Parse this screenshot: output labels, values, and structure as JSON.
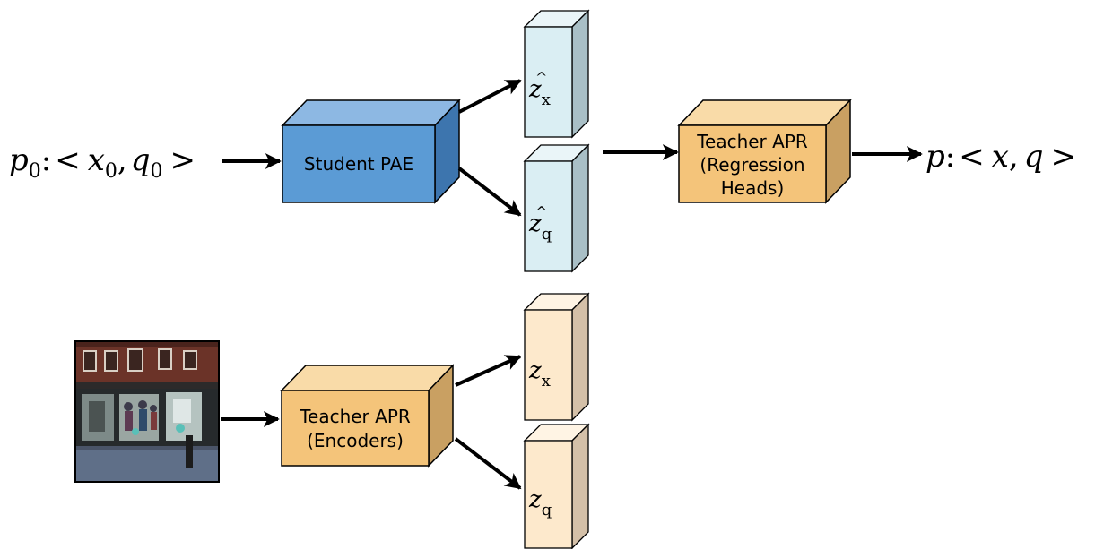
{
  "input_pose": {
    "p": "p",
    "sub0": "0",
    "colon": ":",
    "lt": "<",
    "x": "x",
    "q": "q",
    "comma": ",",
    "gt": ">"
  },
  "output_pose": {
    "p": "p",
    "colon": ":",
    "lt": "<",
    "x": "x",
    "comma": ",",
    "q": "q",
    "gt": ">"
  },
  "student_pae": {
    "label": "Student PAE",
    "color": "#5B9BD5"
  },
  "teacher_heads": {
    "line1": "Teacher APR",
    "line2": "(Regression",
    "line3": "Heads)",
    "color": "#F4C47A"
  },
  "teacher_encoders": {
    "line1": "Teacher APR",
    "line2": "(Encoders)",
    "color": "#F4C47A"
  },
  "latents": {
    "zhat_x": {
      "base": "z",
      "hat": "^",
      "sub": "x",
      "color": "#DAEEF3"
    },
    "zhat_q": {
      "base": "z",
      "hat": "^",
      "sub": "q",
      "color": "#DAEEF3"
    },
    "z_x": {
      "base": "z",
      "sub": "x",
      "color": "#FDE9CC"
    },
    "z_q": {
      "base": "z",
      "sub": "q",
      "color": "#FDE9CC"
    }
  },
  "query_image": {
    "icon": "storefront-photo-icon"
  }
}
